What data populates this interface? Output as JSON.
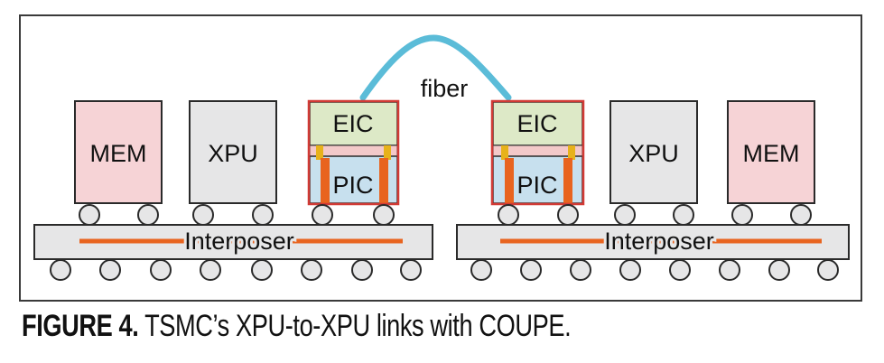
{
  "figure": {
    "fiber_label": "fiber",
    "left_assembly": {
      "mem_label": "MEM",
      "xpu_label": "XPU",
      "eic_label": "EIC",
      "pic_label": "PIC",
      "interposer_label": "Interposer"
    },
    "right_assembly": {
      "eic_label": "EIC",
      "pic_label": "PIC",
      "xpu_label": "XPU",
      "mem_label": "MEM",
      "interposer_label": "Interposer"
    }
  },
  "caption": {
    "label": "FIGURE 4.",
    "text": " TSMC’s XPU-to-XPU links with COUPE."
  },
  "colors": {
    "mem_fill": "#f6d3d6",
    "xpu_fill": "#e6e6e7",
    "eic_fill": "#dde9c7",
    "pic_fill": "#c7e0ee",
    "chip_border_red": "#d23a35",
    "via_orange": "#e8641f",
    "via_yellow": "#e7b21b",
    "trace_orange": "#e8641f",
    "fiber_cyan": "#5bbcd8",
    "interposer_fill": "#e6e6e7"
  }
}
